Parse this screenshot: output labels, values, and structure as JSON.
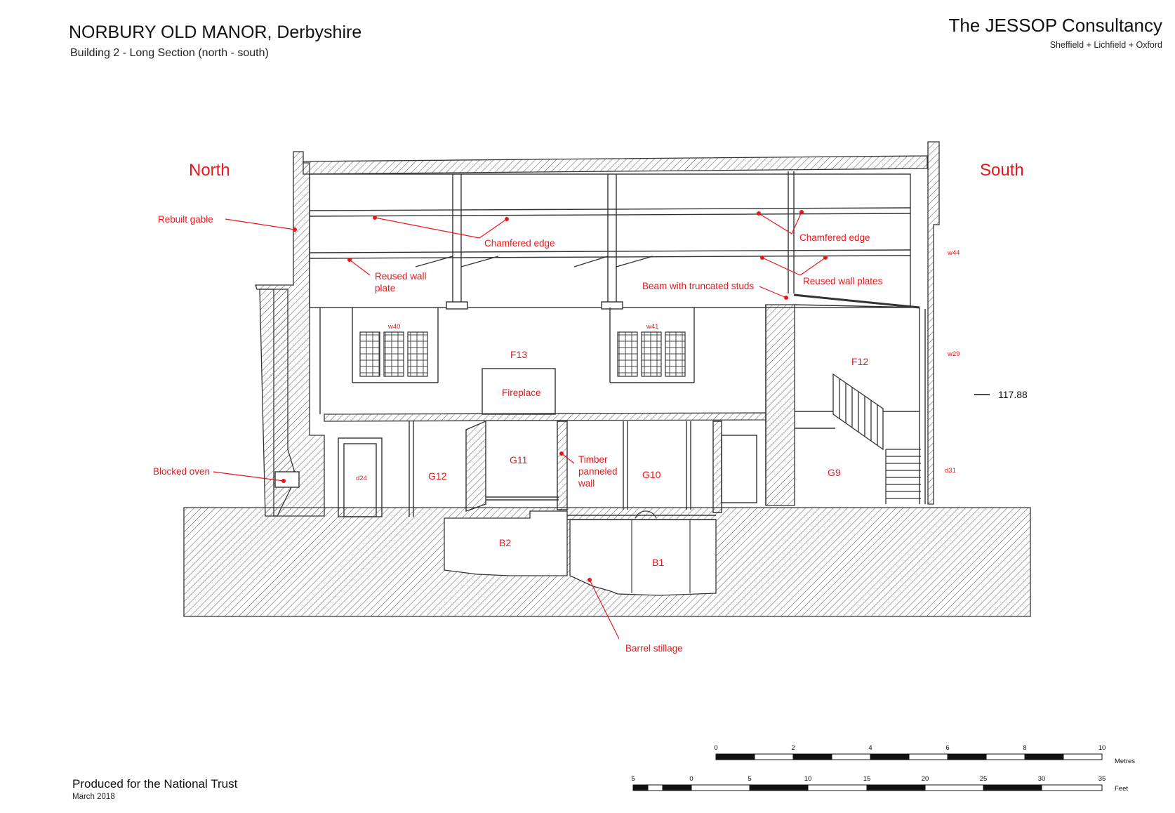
{
  "header": {
    "title": "NORBURY OLD MANOR, Derbyshire",
    "subtitle": "Building 2 - Long Section (north - south)",
    "firm": "The JESSOP Consultancy",
    "offices": "Sheffield + Lichfield + Oxford"
  },
  "footer": {
    "produced": "Produced for the National Trust",
    "date": "March 2018"
  },
  "orientation": {
    "north": "North",
    "south": "South"
  },
  "rooms": {
    "f13": "F13",
    "f12": "F12",
    "fireplace": "Fireplace",
    "g12": "G12",
    "g11": "G11",
    "g10": "G10",
    "g9": "G9",
    "b2": "B2",
    "b1": "B1",
    "d24": "d24",
    "d31": "d31",
    "w40": "w40",
    "w41": "w41",
    "w44": "w44",
    "w29": "w29"
  },
  "annotations": {
    "rebuilt_gable": "Rebuilt gable",
    "chamfered_edge_1": "Chamfered edge",
    "chamfered_edge_2": "Chamfered edge",
    "reused_wall_plate_l1": "Reused wall",
    "reused_wall_plate_l2": "plate",
    "reused_wall_plates": "Reused wall plates",
    "beam_truncated": "Beam with truncated studs",
    "blocked_oven": "Blocked oven",
    "timber_l1": "Timber",
    "timber_l2": "panneled",
    "timber_l3": "wall",
    "barrel_stillage": "Barrel stillage"
  },
  "level": "117.88",
  "scale": {
    "metres_label": "Metres",
    "metres_ticks": [
      "0",
      "2",
      "4",
      "6",
      "8",
      "10"
    ],
    "feet_label": "Feet",
    "feet_ticks": [
      "5",
      "0",
      "5",
      "10",
      "15",
      "20",
      "25",
      "30",
      "35"
    ]
  },
  "colors": {
    "annotation": "#e8171b",
    "line": "#333333"
  }
}
